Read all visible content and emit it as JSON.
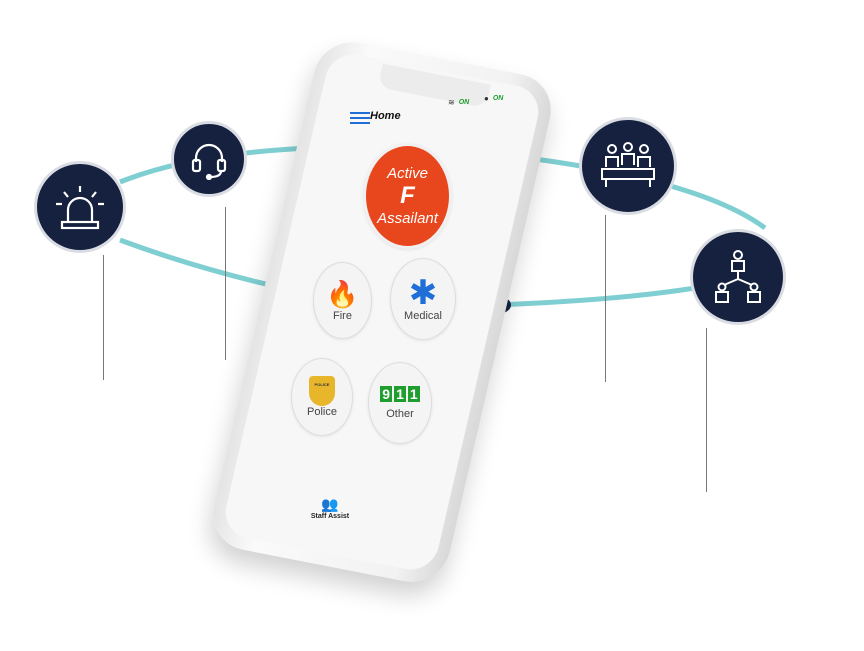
{
  "header": {
    "title": "Home",
    "wifi_status": "ON",
    "location_status": "ON"
  },
  "main_button": {
    "line1": "Active",
    "line2": "Assailant",
    "color": "#e8461c"
  },
  "buttons": [
    {
      "label": "Fire",
      "icon": "flame-icon"
    },
    {
      "label": "Medical",
      "icon": "star-of-life-icon"
    },
    {
      "label": "Police",
      "icon": "police-badge-icon"
    },
    {
      "label": "Other",
      "icon": "911-icon",
      "digits": [
        "9",
        "1",
        "1"
      ]
    }
  ],
  "police_badge_text": "POLICE",
  "footer": {
    "label": "Staff Assist"
  },
  "colors": {
    "navy": "#16213f",
    "teal": "#7fcfd2",
    "accent_blue": "#1f6fd6",
    "green": "#1e9e2e"
  }
}
